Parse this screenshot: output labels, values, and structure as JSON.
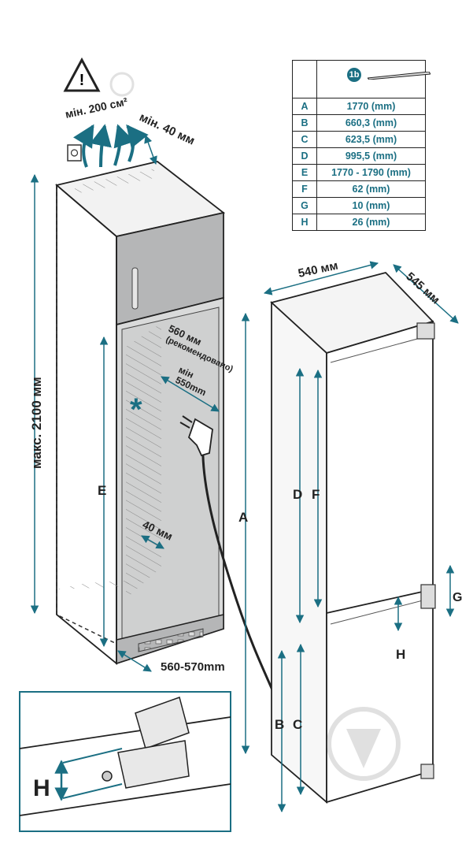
{
  "table": {
    "badge": "1b",
    "rows": [
      {
        "key": "A",
        "value": "1770 (mm)"
      },
      {
        "key": "B",
        "value": "660,3 (mm)"
      },
      {
        "key": "C",
        "value": "623,5 (mm)"
      },
      {
        "key": "D",
        "value": "995,5 (mm)"
      },
      {
        "key": "E",
        "value": "1770 - 1790 (mm)"
      },
      {
        "key": "F",
        "value": "62 (mm)"
      },
      {
        "key": "G",
        "value": "10 (mm)"
      },
      {
        "key": "H",
        "value": "26 (mm)"
      }
    ]
  },
  "niche": {
    "vent_area": "мін. 200 см²",
    "top_gap": "мін. 40 мм",
    "max_height": "макс. 2100 мм",
    "depth_recommended": "560 мм",
    "depth_recommended_note": "(рекомендовано)",
    "depth_min": "мін",
    "depth_min_value": "550mm",
    "side_gap": "40 мм",
    "width": "560-570mm",
    "height_letter": "E",
    "asterisk": "*"
  },
  "fridge": {
    "width": "540 мм",
    "depth": "545 мм",
    "labels": {
      "a": "A",
      "b": "B",
      "c": "C",
      "d": "D",
      "f": "F",
      "g": "G",
      "h": "H"
    }
  },
  "inset": {
    "label": "H"
  },
  "colors": {
    "accent": "#1b6f83",
    "line": "#222222",
    "glass": "#d9dada",
    "cabinet": "#b5b6b7"
  }
}
